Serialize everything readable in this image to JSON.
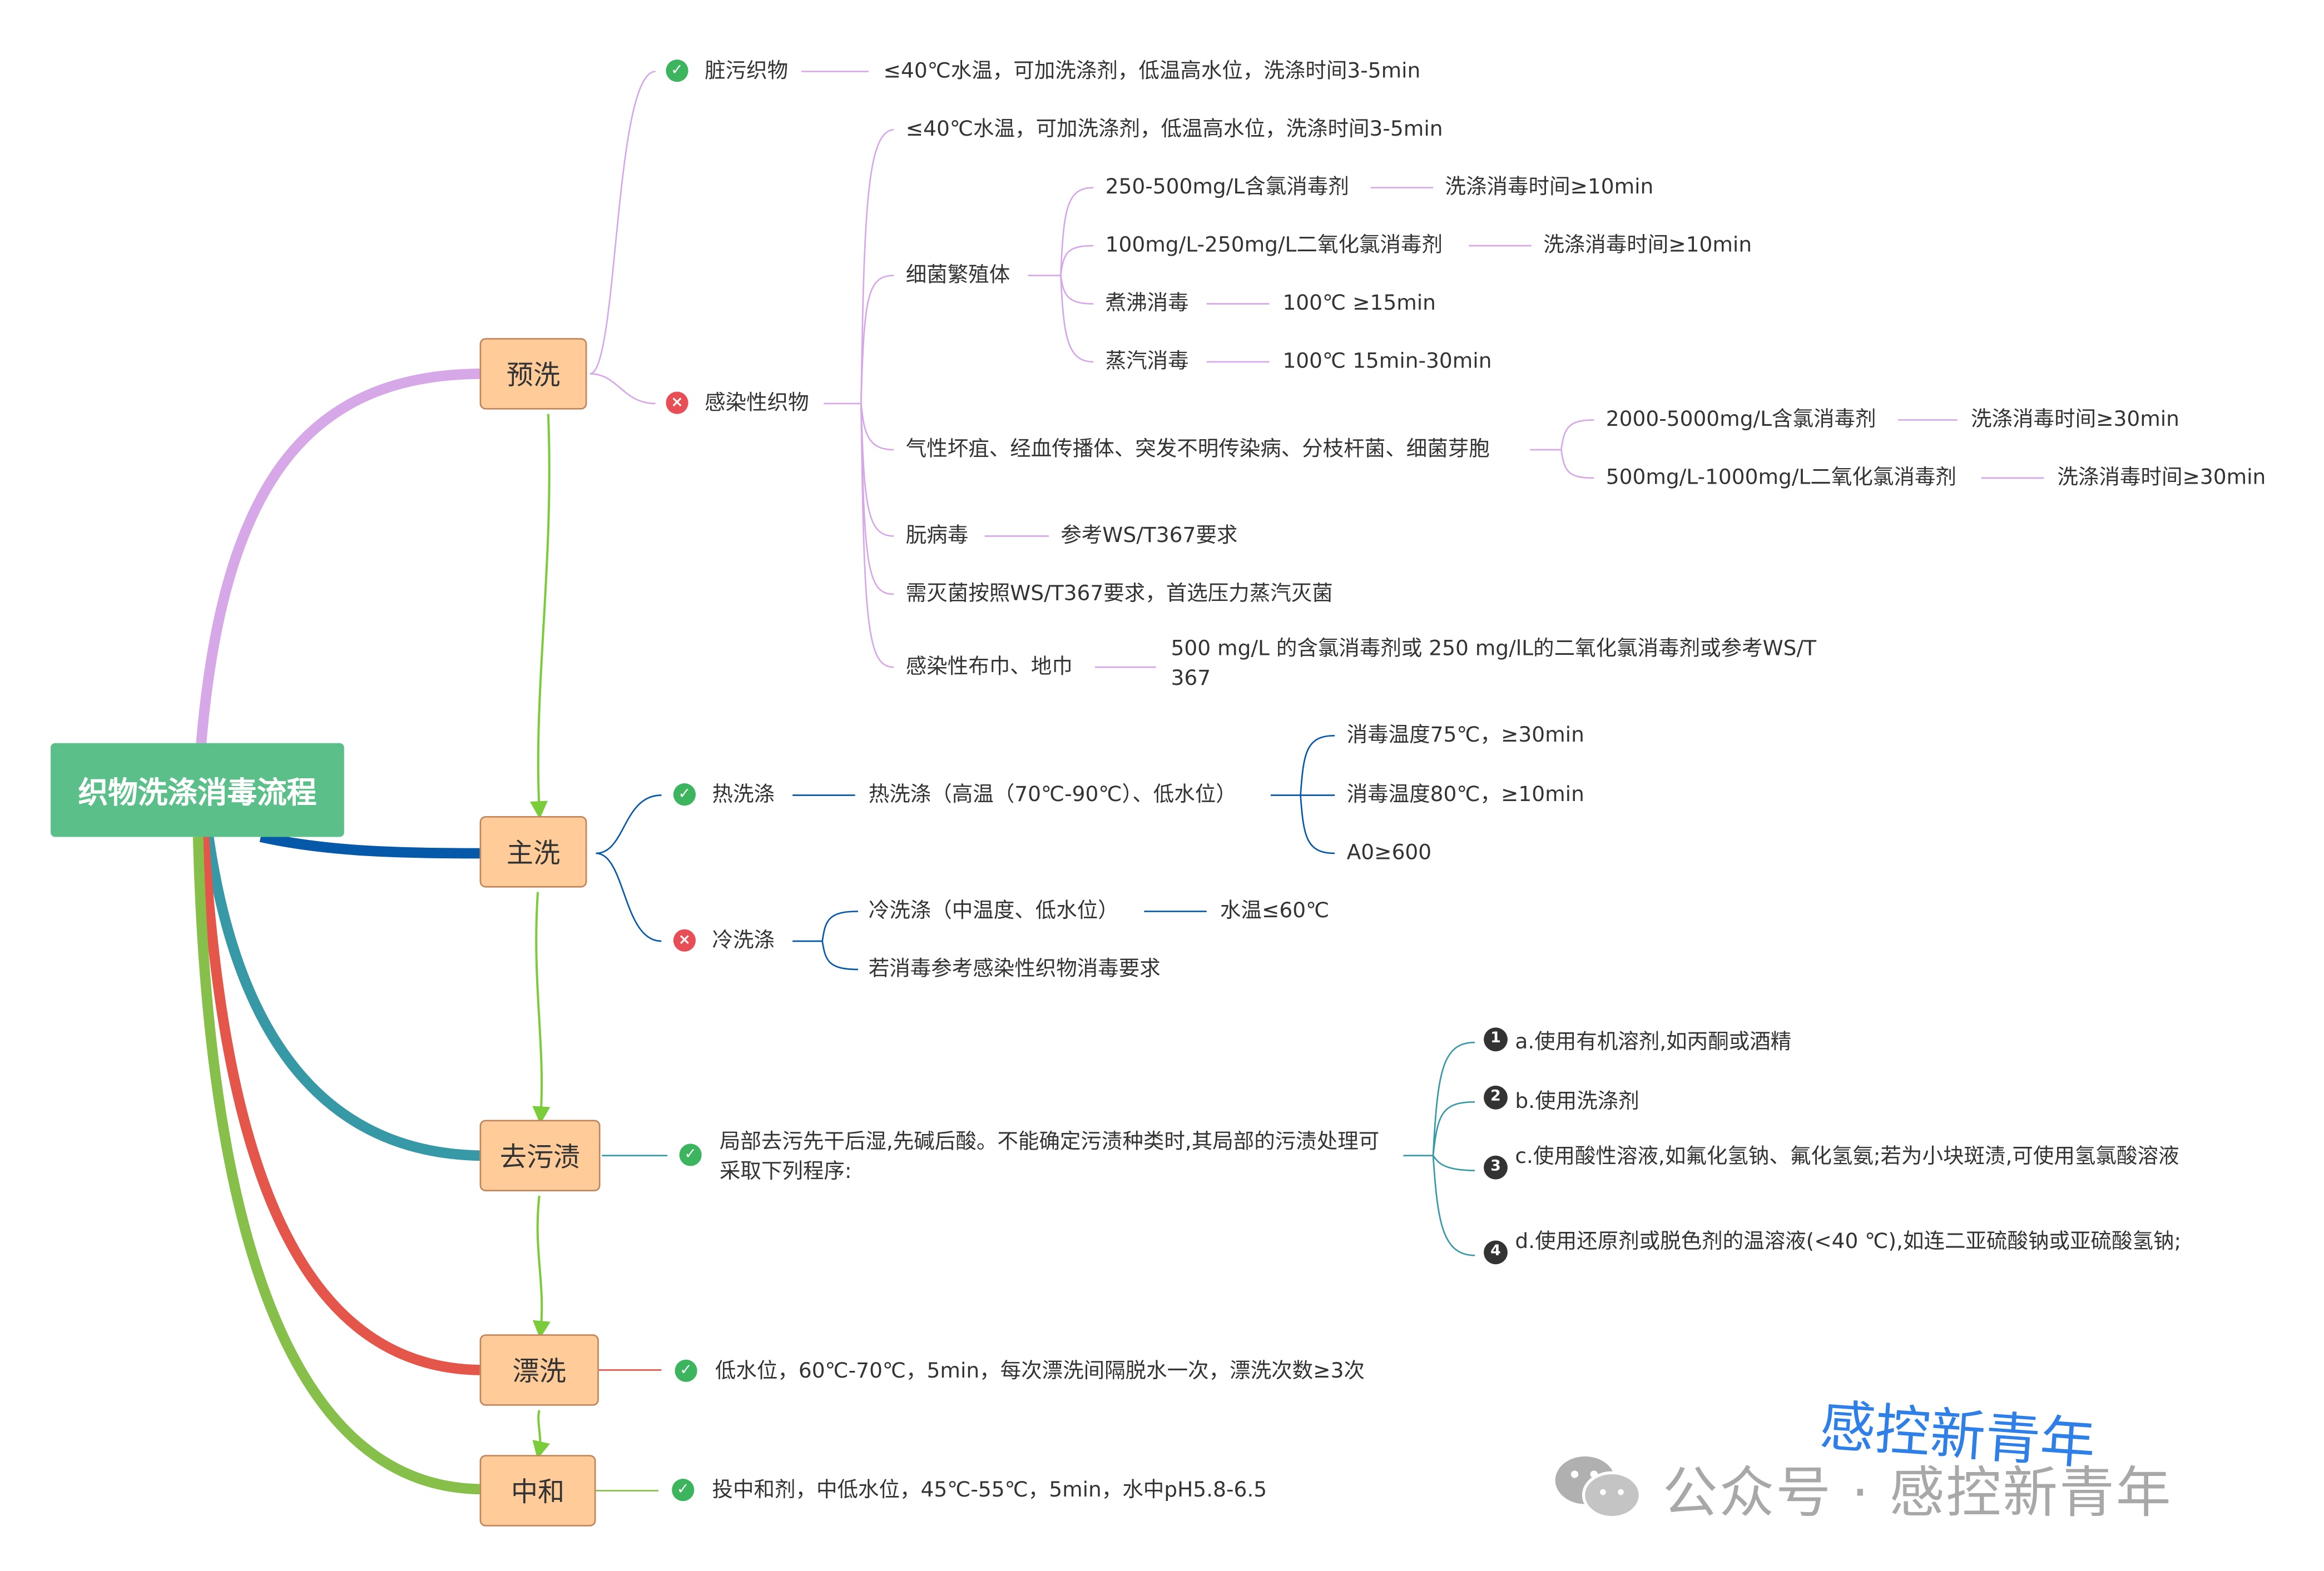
{
  "root": "织物洗涤消毒流程",
  "steps": {
    "prewash": "预洗",
    "mainwash": "主洗",
    "stain": "去污渍",
    "rinse": "漂洗",
    "neutral": "中和"
  },
  "colors": {
    "root_fill": "#5bbf8a",
    "step_fill": "#fecb99",
    "branch_prewash": "#d6a8e8",
    "branch_mainwash": "#0659a8",
    "branch_stain": "#3899a6",
    "branch_rinse": "#e4554a",
    "branch_neutral": "#86c04a",
    "flow_arrow": "#7acc3a",
    "ok_icon": "#3cb55e",
    "no_icon": "#e84e56"
  },
  "prewash": {
    "dirty": {
      "label": "脏污织物",
      "icon": "check-circle",
      "detail": "≤40℃水温，可加洗涤剂，低温高水位，洗涤时间3-5min"
    },
    "infected": {
      "label": "感染性织物",
      "icon": "x-circle",
      "water": "≤40℃水温，可加洗涤剂，低温高水位，洗涤时间3-5min",
      "bacteria": {
        "label": "细菌繁殖体",
        "items": [
          {
            "method": "250-500mg/L含氯消毒剂",
            "value": "洗涤消毒时间≥10min"
          },
          {
            "method": "100mg/L-250mg/L二氧化氯消毒剂",
            "value": "洗涤消毒时间≥10min"
          },
          {
            "method": "煮沸消毒",
            "value": "100℃ ≥15min"
          },
          {
            "method": "蒸汽消毒",
            "value": "100℃ 15min-30min"
          }
        ]
      },
      "special": {
        "label": "气性坏疽、经血传播体、突发不明传染病、分枝杆菌、细菌芽胞",
        "items": [
          {
            "method": "2000-5000mg/L含氯消毒剂",
            "value": "洗涤消毒时间≥30min"
          },
          {
            "method": "500mg/L-1000mg/L二氧化氯消毒剂",
            "value": "洗涤消毒时间≥30min"
          }
        ]
      },
      "prion": {
        "label": "朊病毒",
        "value": "参考WS/T367要求"
      },
      "sterilize": "需灭菌按照WS/T367要求，首选压力蒸汽灭菌",
      "cloth": {
        "label": "感染性布巾、地巾",
        "value": "500 mg/L 的含氯消毒剂或 250 mg/lL的二氧化氯消毒剂或参考WS/T 367"
      }
    }
  },
  "mainwash": {
    "hot": {
      "label": "热洗涤",
      "icon": "check-circle",
      "mode": "热洗涤（高温（70℃-90℃）、低水位）",
      "options": [
        "消毒温度75℃，≥30min",
        "消毒温度80℃，≥10min",
        "A0≥600"
      ]
    },
    "cold": {
      "label": "冷洗涤",
      "icon": "x-circle",
      "mode": "冷洗涤（中温度、低水位）",
      "water": "水温≤60℃",
      "note": "若消毒参考感染性织物消毒要求"
    }
  },
  "stain": {
    "text": "局部去污先干后湿,先碱后酸。不能确定污渍种类时,其局部的污渍处理可采取下列程序:",
    "icon": "check-circle",
    "items": [
      {
        "n": "1",
        "text": "a.使用有机溶剂,如丙酮或酒精"
      },
      {
        "n": "2",
        "text": "b.使用洗涤剂"
      },
      {
        "n": "3",
        "text": "c.使用酸性溶液,如氟化氢钠、氟化氢氨;若为小块斑渍,可使用氢氯酸溶液"
      },
      {
        "n": "4",
        "text": "d.使用还原剂或脱色剂的温溶液(<40 ℃),如连二亚硫酸钠或亚硫酸氢钠;"
      }
    ]
  },
  "rinse": {
    "text": "低水位，60℃-70℃，5min，每次漂洗间隔脱水一次，漂洗次数≥3次",
    "icon": "check-circle"
  },
  "neutral": {
    "text": "投中和剂，中低水位，45℃-55℃，5min，水中pH5.8-6.5",
    "icon": "check-circle"
  },
  "watermark": {
    "title": "感控新青年",
    "account": "公众号 · 感控新青年",
    "icon": "wechat-icon"
  }
}
